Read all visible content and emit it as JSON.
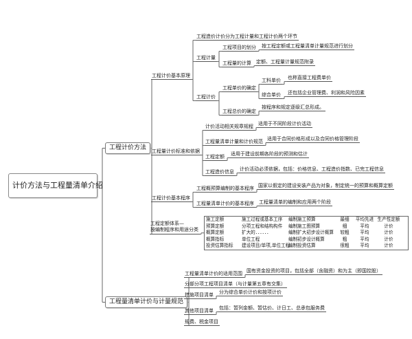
{
  "root": "计价方法与工程量清单介绍",
  "main1": {
    "title": "工程计价方法",
    "basic_principle": {
      "label": "工程计价基本原理",
      "split": "工程造价计价分为工程计量和工程计价两个环节",
      "measure": {
        "label": "工程计量",
        "item_division": "工程项目的划分",
        "item_division_note": "按工程定额或工程量清单计量规范进行划分",
        "quantity_calc": "工程量的计算",
        "quantity_calc_note": "定额、工程量计量规范附录"
      },
      "pricing": {
        "label": "工程计价",
        "unit_price": "工程单价的确定",
        "labor_material_price": "工料单价",
        "labor_material_note": "也称直接工程费单价",
        "comprehensive_price": "综合单价",
        "comprehensive_note": "还包括企业管理费、利润和风险因素",
        "total_price": "工程总价的确定",
        "total_price_note": "按程序和规定逐级汇总形成。"
      }
    },
    "standards": {
      "label": "工程量计价标准和依据",
      "items": [
        {
          "label": "计价活动相关规章规程",
          "note": "适用于不同阶段计价活动"
        },
        {
          "label": "工程量清单计量和计价规范",
          "note": "适用于合同价格形成以及合同价格管理阶段"
        },
        {
          "label": "工程定额",
          "note": "适用于建设前期各阶段的预测和估计"
        },
        {
          "label": "工程造价信息",
          "note": "计价活动必须依据，包括：价格信息、工程造价指数、已完工程信息"
        }
      ]
    },
    "procedure": {
      "label": "工程计价基本程序",
      "items": [
        {
          "label": "工程概预算编制的基本程序",
          "note": "国家以假定的建设安装产品为对象，制定统一的预算和概算定额"
        },
        {
          "label": "工程量清单计价的基本程序",
          "note": "工程量清单的编制和应用两个阶段"
        }
      ]
    },
    "quota_system": {
      "label_line1": "工程定额体系—",
      "label_line2": "按编制程序和用途分类",
      "rows": [
        [
          "施工定额",
          "施工过程或基本工序",
          "编制施工预算",
          "最细",
          "平均先进",
          "生产性定额"
        ],
        [
          "预算定额",
          "分项工程和结构构件",
          "编制施工图预算",
          "细",
          "平均",
          "计价"
        ],
        [
          "概算定额",
          "扩大的．．．．．．",
          "编制扩大初步设计概算",
          "较粗",
          "平均",
          "计价"
        ],
        [
          "概算指标",
          "单位工程",
          "编制初步设计概算",
          "粗",
          "平均",
          "计价"
        ],
        [
          "投资估算指标",
          "建设项目/单项,单位工程",
          "编制投资估算",
          "很粗",
          "平均",
          "计价"
        ]
      ]
    }
  },
  "main2": {
    "title": "工程量清单计价与计量规范",
    "items": [
      {
        "label": "工程量清单计价的适用范围",
        "note": "国有资金投资的项目，包括全部（含融资）和为主（即国控股）"
      },
      {
        "label": "分部分项工程项目清单（与计量第五章有交集）"
      },
      {
        "label": "措施项目清单",
        "note": "分为综合单价计价和按项计价"
      },
      {
        "label": "其他项目清单",
        "note": "包括：暂列金额、暂估价、计日工、总承包服务费"
      },
      {
        "label": "规费、税金项目"
      }
    ]
  }
}
